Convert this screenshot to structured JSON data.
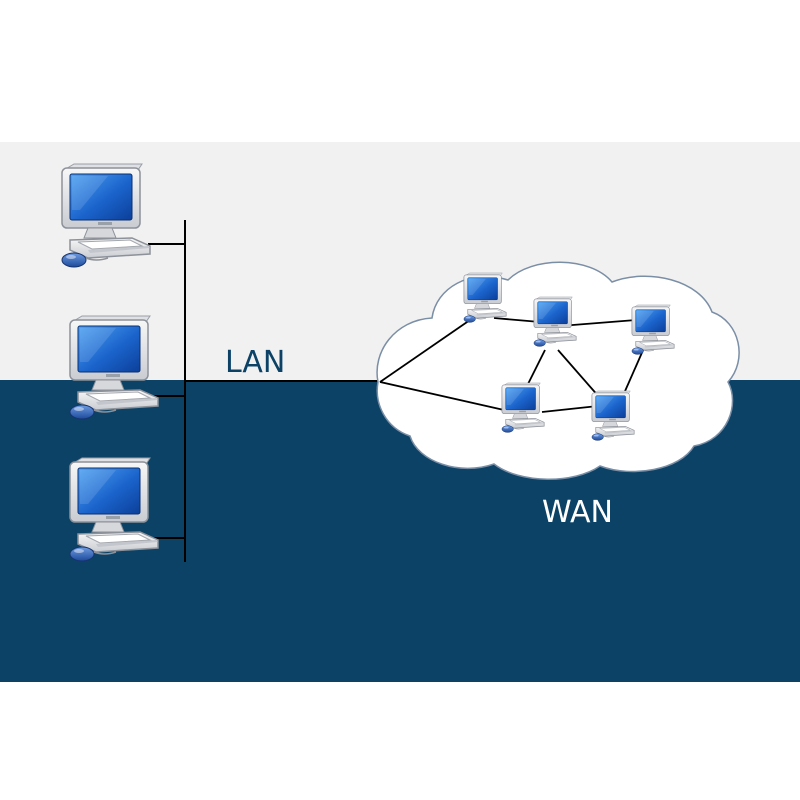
{
  "labels": {
    "lan": "LAN",
    "wan": "WAN"
  },
  "colors": {
    "page_bg": "#ffffff",
    "band_light": "#f1f1f2",
    "band_dark": "#0b4266",
    "lan_label": "#0b4266",
    "wan_label": "#ffffff",
    "cloud_fill": "#ffffff",
    "screen_blue": "#1b64cc",
    "mouse_blue": "#2a5db0",
    "wire": "#000000"
  },
  "icons": {
    "computer": "desktop-computer-icon",
    "cloud": "cloud-shape"
  }
}
